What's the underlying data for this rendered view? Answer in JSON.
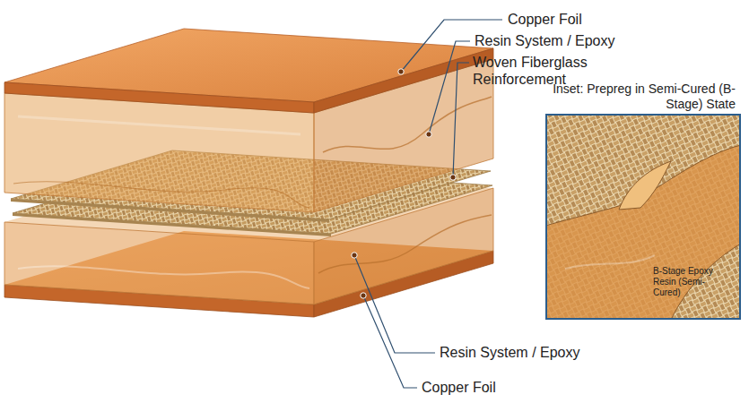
{
  "diagram": {
    "nodes": [
      {
        "text": [
          "Inset: Prepreg in Semi-Cured (B-Stage) State",
          "B-Stage Epoxy Resin (Semi-Cured)"
        ]
      }
    ],
    "labels": [
      "Copper Foil",
      "Resin System / Epoxy",
      "Woven Fiberglass Reinforcement",
      "Resin System / Epoxy",
      "Copper Foil"
    ]
  }
}
